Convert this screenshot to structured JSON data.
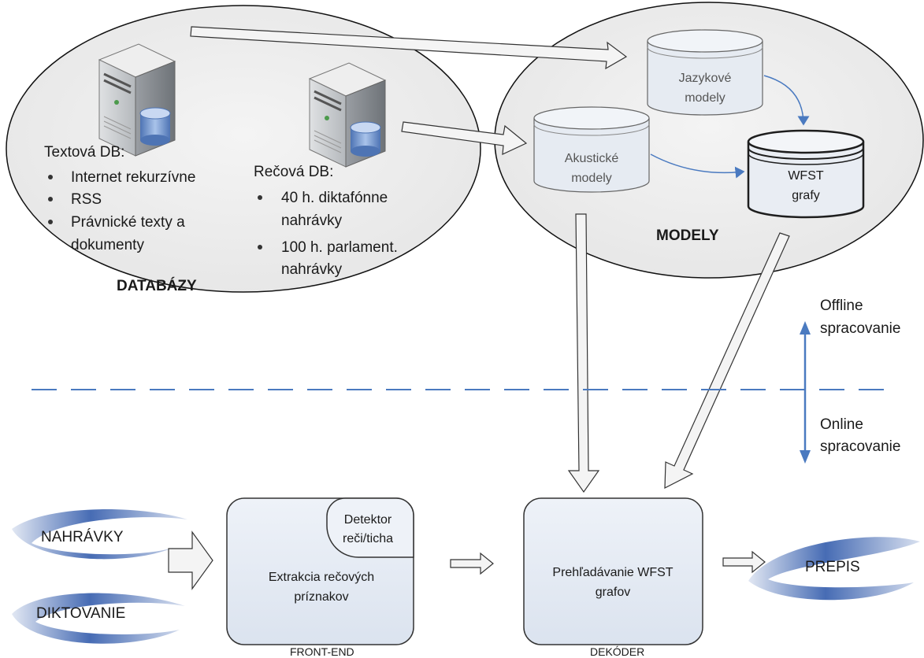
{
  "databases": {
    "title": "DATABÁZY",
    "text_db": {
      "label": "Textová DB:",
      "items": [
        "Internet rekurzívne",
        "RSS",
        "Právnické texty a",
        "dokumenty"
      ]
    },
    "speech_db": {
      "label": "Rečová DB:",
      "items": [
        "40 h. diktafónne",
        "nahrávky",
        "100 h. parlament.",
        "nahrávky"
      ]
    }
  },
  "models": {
    "title": "MODELY",
    "language": [
      "Jazykové",
      "modely"
    ],
    "acoustic": [
      "Akustické",
      "modely"
    ],
    "wfst": [
      "WFST",
      "grafy"
    ]
  },
  "processing": {
    "offline": [
      "Offline",
      "spracovanie"
    ],
    "online": [
      "Online",
      "spracovanie"
    ]
  },
  "pipeline": {
    "inputs": [
      "NAHRÁVKY",
      "DIKTOVANIE"
    ],
    "frontend": {
      "detector": [
        "Detektor",
        "reči/ticha"
      ],
      "body": [
        "Extrakcia rečových",
        "príznakov"
      ],
      "caption": "FRONT-END"
    },
    "decoder": {
      "body": [
        "Prehľadávanie WFST",
        "grafov"
      ],
      "caption": "DEKÓDER"
    },
    "output": "PREPIS"
  },
  "colors": {
    "accent_blue": "#4a7ac0",
    "box_fill": "#e3e9f3",
    "cylinder_fill": "#e6ebf2",
    "cylinder_dark": "#1e1e1e"
  }
}
